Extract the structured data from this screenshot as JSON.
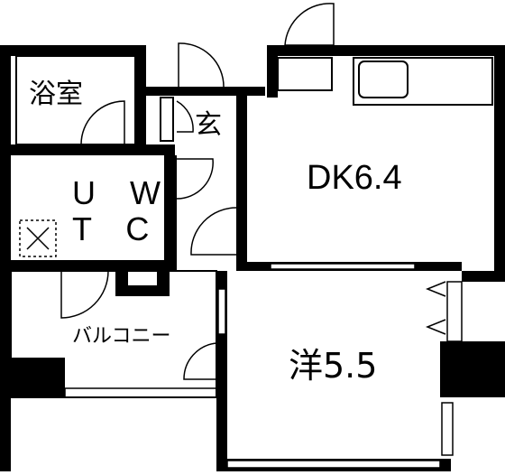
{
  "floor_plan": {
    "rooms": {
      "bath": "浴室",
      "entrance": "玄",
      "dining_kitchen": "DK6.4",
      "utility_toilet_line1": "U W",
      "utility_toilet_line2": "T C",
      "balcony": "バルコニー",
      "western_room": "洋5.5"
    }
  }
}
